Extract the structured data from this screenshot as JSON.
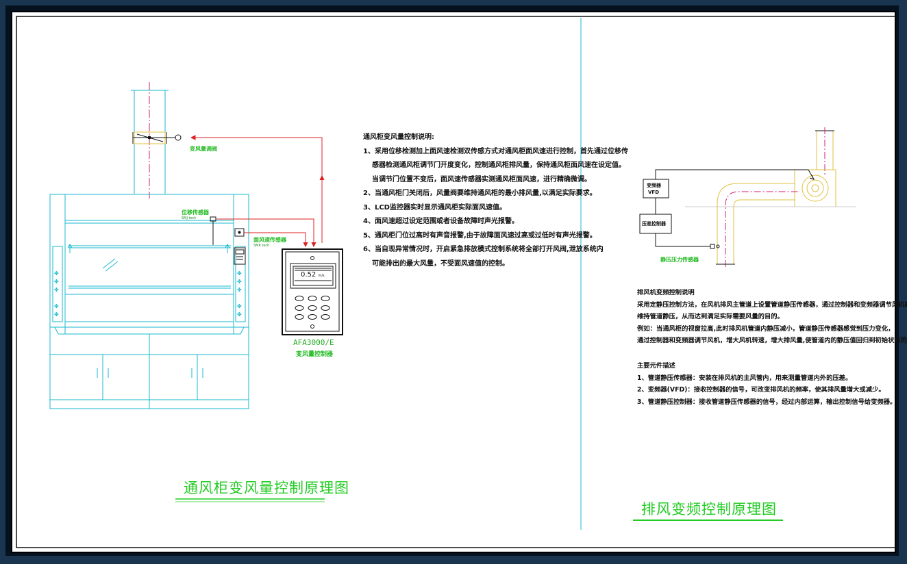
{
  "left_diagram": {
    "title": "通风柜变风量控制原理图",
    "valve_label": "变风量调阀",
    "position_sensor_label": "位移传感器",
    "position_sensor_sub": "SMJ tech",
    "face_sensor_label": "面风速传感器",
    "face_sensor_sub": "SMK tech",
    "controller_model": "AFA3000/E",
    "controller_name": "变风量控制器",
    "display_value": "0.52",
    "display_unit": "m/s",
    "notes_title": "通风柜变风量控制说明:",
    "notes": [
      "1、采用位移检测加上面风速检测双传感方式对通风柜面风速进行控制，首先通过位移传",
      "感器检测通风柜调节门开度变化，控制通风柜排风量，保持通风柜面风速在设定值。",
      "当调节门位置不变后，面风速传感器实测通风柜面风速，进行精确微调。",
      "2、当通风柜门关闭后，风量阀要维持通风柜的最小排风量,以满足实际要求。",
      "3、LCD监控器实时显示通风柜实际面风速值。",
      "4、面风速超过设定范围或者设备故障时声光报警。",
      "5、通风柜门位过高时有声音报警,由于故障面风速过高或过低时有声光报警。",
      "6、当自现异常情况时，开启紧急排放模式控制系统将全部打开风阀,泄放系统内",
      "可能排出的最大风量，不受面风速值的控制。"
    ]
  },
  "right_diagram": {
    "title": "排风变频控制原理图",
    "vfd_label": "变频器",
    "vfd_sub": "VFD",
    "pressure_controller_label": "压差控制器",
    "duct_sensor_label": "静压压力传感器",
    "notes_title": "排风机变频控制说明",
    "notes": [
      "采用定静压控制方法，在风机排风主管道上设置管道静压传感器，通过控制器和变频器调节风机转速，",
      "维持管道静压，从而达到满足实际需要风量的目的。",
      "例如：当通风柜的视窗拉高,此时排风机管道内静压减小，管道静压传感器感觉到压力变化，",
      "通过控制器和变频器调节风机，增大风机转速，增大排风量,使管道内的静压值回归到初始状态的设定值。"
    ],
    "components_title": "主要元件描述",
    "components": [
      "1、管道静压传感器：安装在排风机的主风管内，用来测量管道内外的压差。",
      "2、变频器(VFD)：接收控制器的信号，可改变排风机的频率，使其排风量增大或减少。",
      "3、管道静压控制器：接收管道静压传感器的信号，经过内部运算，输出控制信号给变频器。"
    ]
  },
  "colors": {
    "cyan": "#1ab8d0",
    "red": "#dd2222",
    "green": "#22cc22",
    "yellow": "#e0c040",
    "magenta": "#cc2277"
  }
}
